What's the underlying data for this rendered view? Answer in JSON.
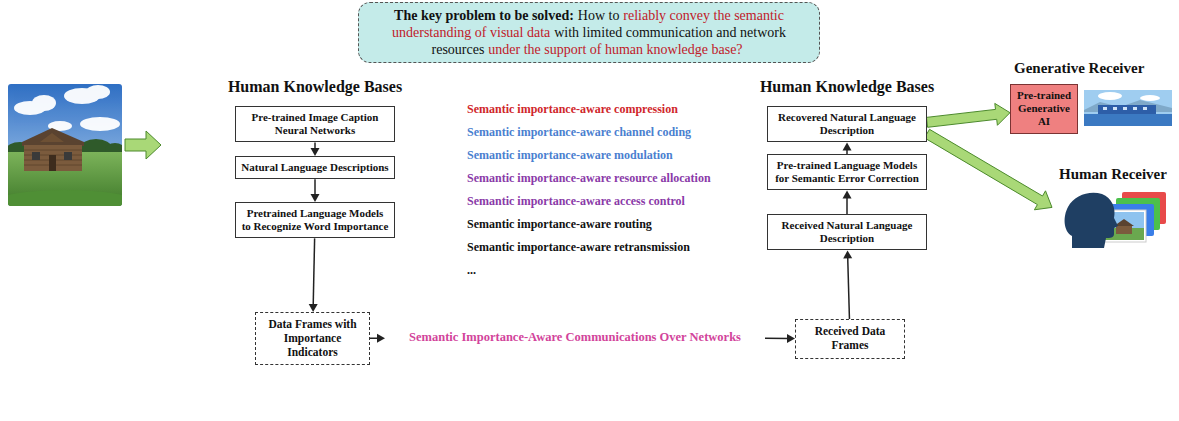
{
  "diagram": {
    "nodes": [
      {
        "text": [
          "The key problem to be solved:",
          "How to",
          "reliably convey the semantic understanding of visual data",
          "with limited communication and network resources",
          "under the support of human knowledge base?"
        ]
      },
      {
        "text": [
          "Human Knowledge Bases"
        ]
      },
      {
        "text": [
          "Pre-trained Image Caption Neural Networks"
        ],
        "in": 1
      },
      {
        "text": [
          "Natural Language Descriptions"
        ],
        "in": 1
      },
      {
        "text": [
          "Pretrained Language Models to Recognize Word Importance"
        ],
        "in": 1
      },
      {
        "text": [
          "Data Frames with Importance Indicators"
        ]
      },
      {
        "text": [
          "Semantic importance-aware compression",
          "Semantic importance-aware channel coding",
          "Semantic importance-aware modulation",
          "Semantic importance-aware resource allocation",
          "Semantic importance-aware access control",
          "Semantic importance-aware routing",
          "Semantic importance-aware retransmission",
          "..."
        ]
      },
      {
        "text": [
          "Semantic Importance-Aware Communications Over Networks"
        ]
      },
      {
        "text": [
          "Received Data Frames"
        ]
      },
      {
        "text": [
          "Human Knowledge Bases"
        ]
      },
      {
        "text": [
          "Recovered Natural Language Description"
        ],
        "in": 9
      },
      {
        "text": [
          "Pre-trained Language Models for Semantic Error Correction"
        ],
        "in": 9
      },
      {
        "text": [
          "Received Natural Language Description"
        ],
        "in": 9
      },
      {
        "text": [
          "Pre-trained Generative AI"
        ]
      },
      {
        "text": [
          "Human Receiver"
        ]
      }
    ],
    "edges": [
      {
        "from": 2,
        "to": 3,
        "arrow": "to"
      },
      {
        "from": 3,
        "to": 4,
        "arrow": "to"
      },
      {
        "from": 4,
        "to": 5,
        "arrow": "to"
      },
      {
        "from": 5,
        "to": 7,
        "arrow": "to"
      },
      {
        "from": 7,
        "to": 8,
        "arrow": "to"
      },
      {
        "from": 8,
        "to": 12,
        "arrow": "to"
      },
      {
        "from": 12,
        "to": 11,
        "arrow": "to"
      },
      {
        "from": 11,
        "to": 10,
        "arrow": "to"
      },
      {
        "from": 10,
        "to": 13,
        "arrow": "to"
      },
      {
        "from": 10,
        "to": 14,
        "arrow": "to"
      }
    ],
    "labels": [
      "Generative Receiver"
    ]
  }
}
